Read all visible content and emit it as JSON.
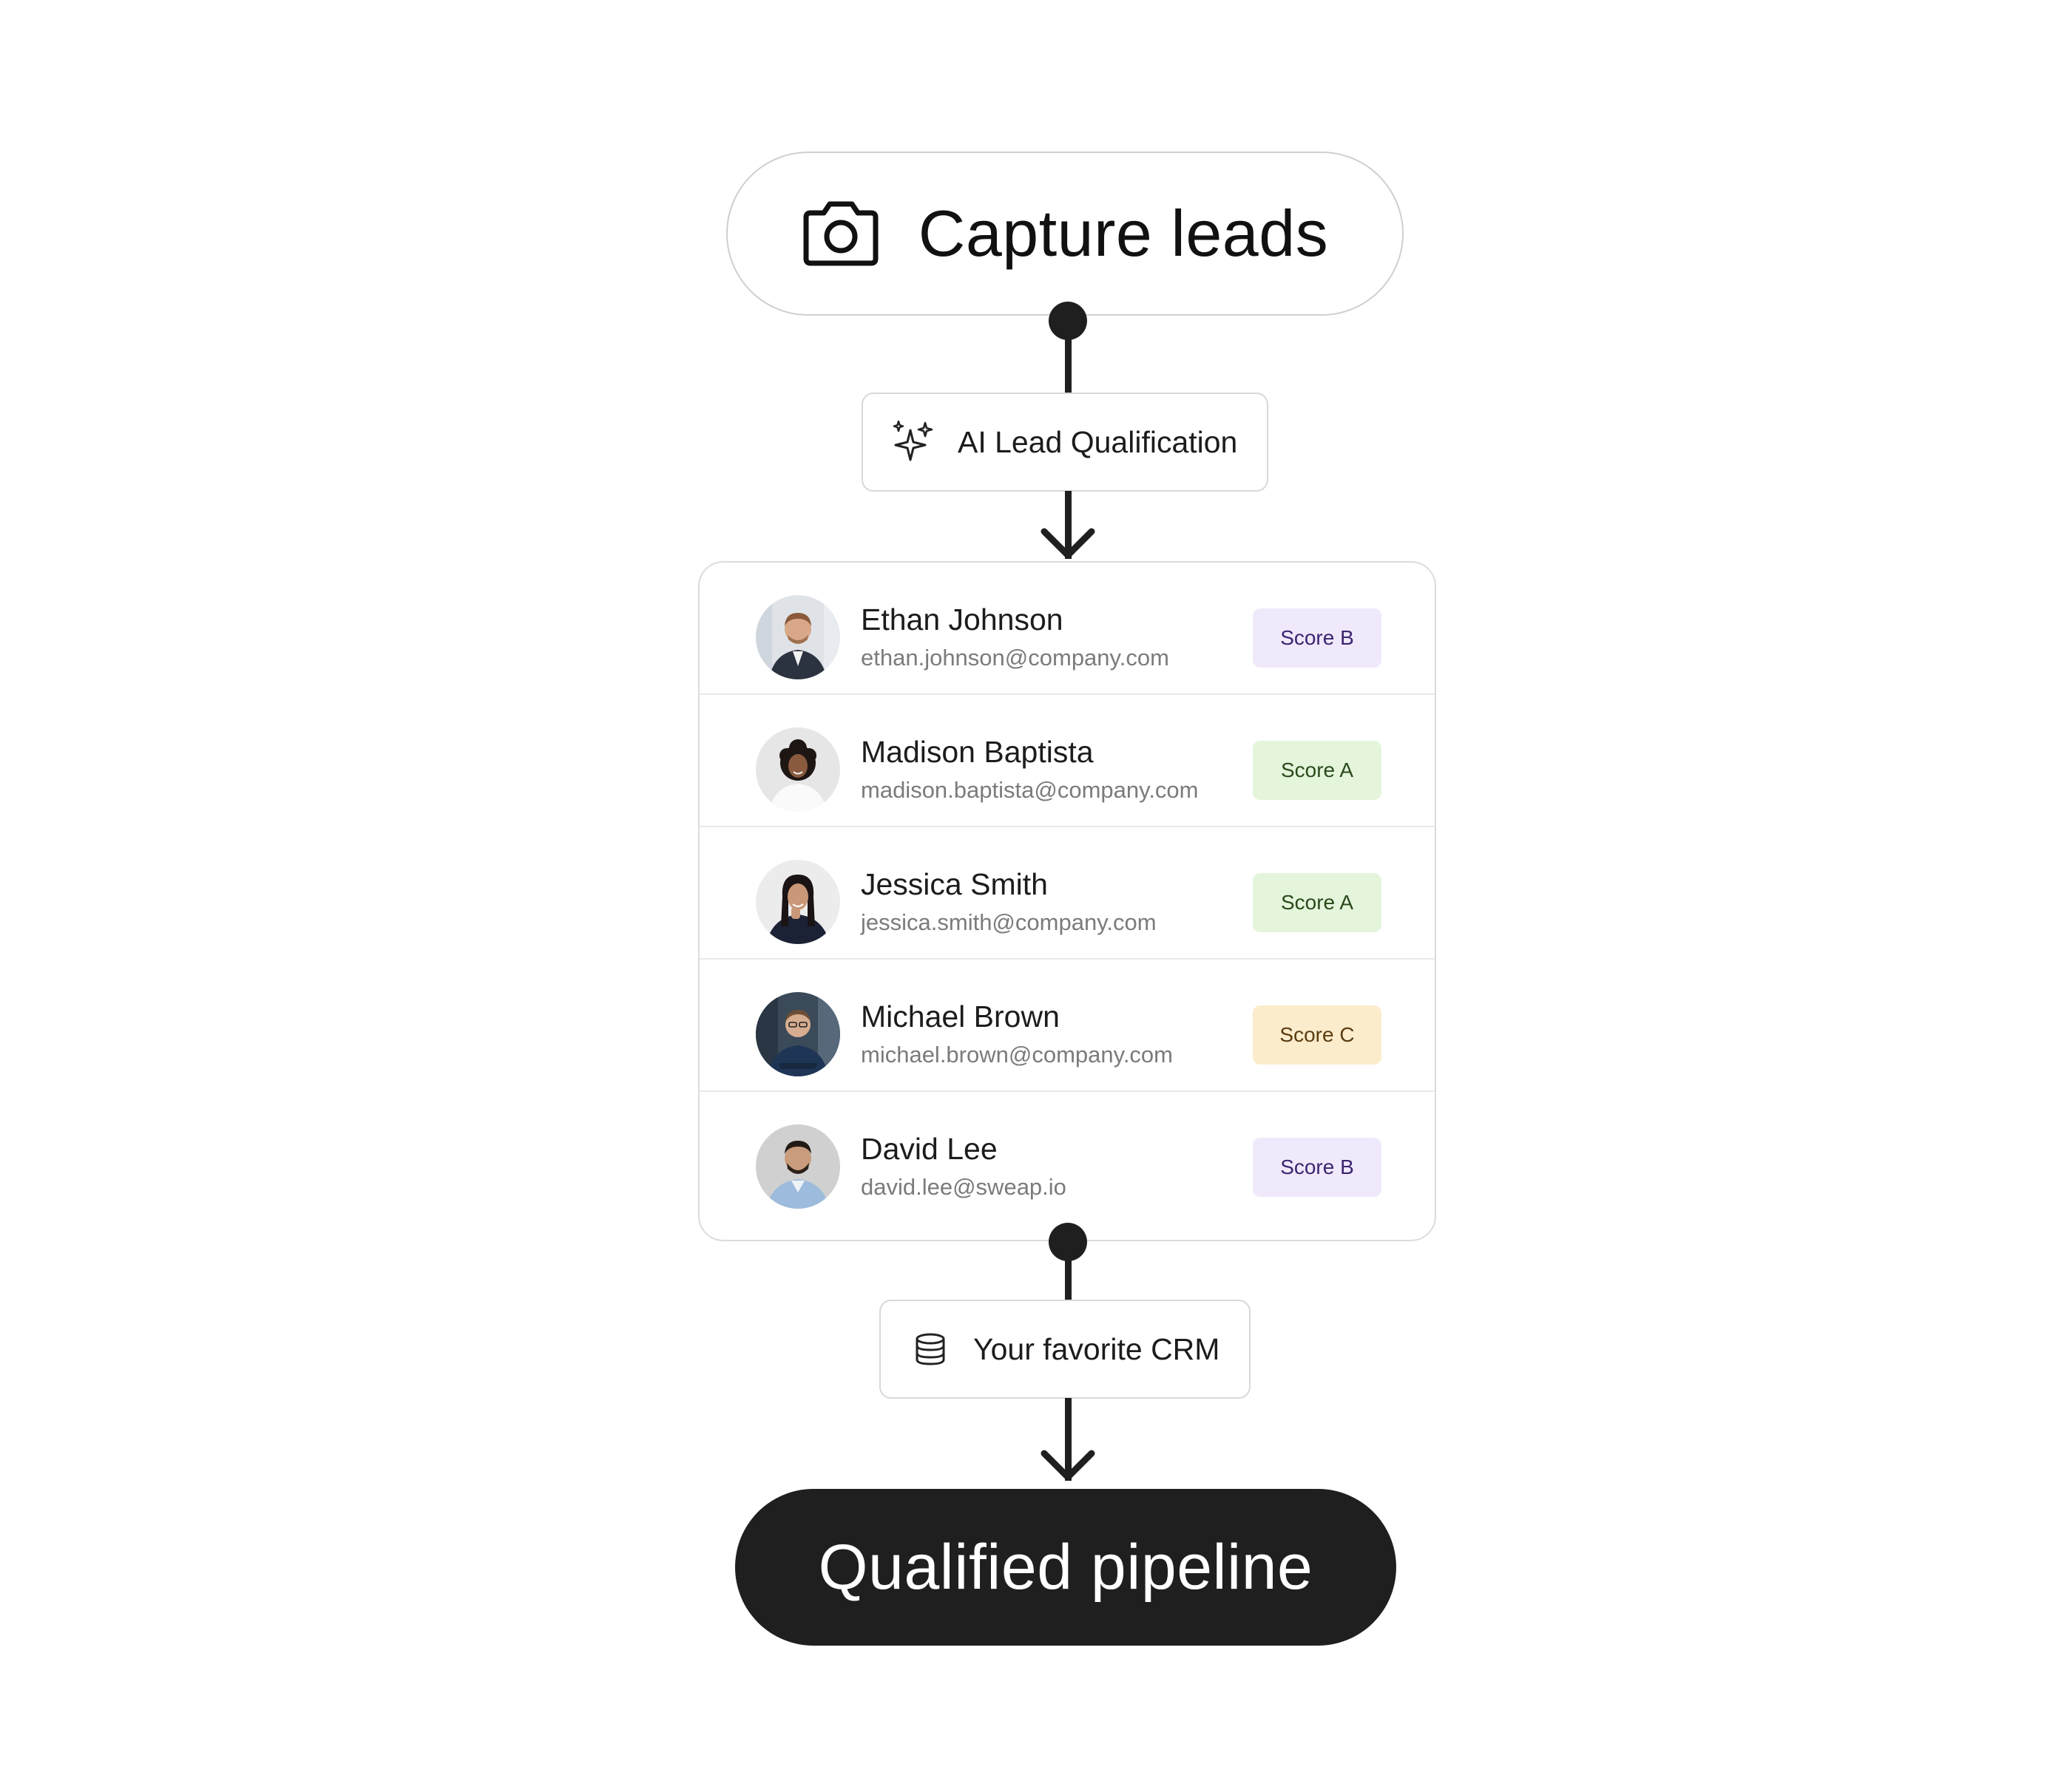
{
  "capture": {
    "title": "Capture leads",
    "icon": "camera-icon"
  },
  "qualification": {
    "label": "AI Lead Qualification",
    "icon": "sparkles-icon"
  },
  "leads": [
    {
      "name": "Ethan Johnson",
      "email": "ethan.johnson@company.com",
      "score": "Score B",
      "badge_bg": "#efe9fb",
      "badge_fg": "#3d2470",
      "avatar_bg": "#d9dde3",
      "avatar_fg": "#2b3240"
    },
    {
      "name": "Madison Baptista",
      "email": "madison.baptista@company.com",
      "score": "Score A",
      "badge_bg": "#e4f5dc",
      "badge_fg": "#2a4a1b",
      "avatar_bg": "#e6e6e6",
      "avatar_fg": "#f4f4f4"
    },
    {
      "name": "Jessica Smith",
      "email": "jessica.smith@company.com",
      "score": "Score A",
      "badge_bg": "#e4f5dc",
      "badge_fg": "#2a4a1b",
      "avatar_bg": "#e9e9e9",
      "avatar_fg": "#1c2235"
    },
    {
      "name": "Michael Brown",
      "email": "michael.brown@company.com",
      "score": "Score C",
      "badge_bg": "#fbeccc",
      "badge_fg": "#5a3c10",
      "avatar_bg": "#3b4a58",
      "avatar_fg": "#1f3556"
    },
    {
      "name": "David Lee",
      "email": "david.lee@sweap.io",
      "score": "Score B",
      "badge_bg": "#efe9fb",
      "badge_fg": "#3d2470",
      "avatar_bg": "#cfcfcf",
      "avatar_fg": "#8fb3d8"
    }
  ],
  "crm": {
    "label": "Your favorite CRM",
    "icon": "database-icon"
  },
  "pipeline": {
    "title": "Qualified pipeline"
  },
  "colors": {
    "connector": "#1f1f1f",
    "pipeline_bg": "#1f1f1f",
    "border": "#d8d8d8"
  }
}
